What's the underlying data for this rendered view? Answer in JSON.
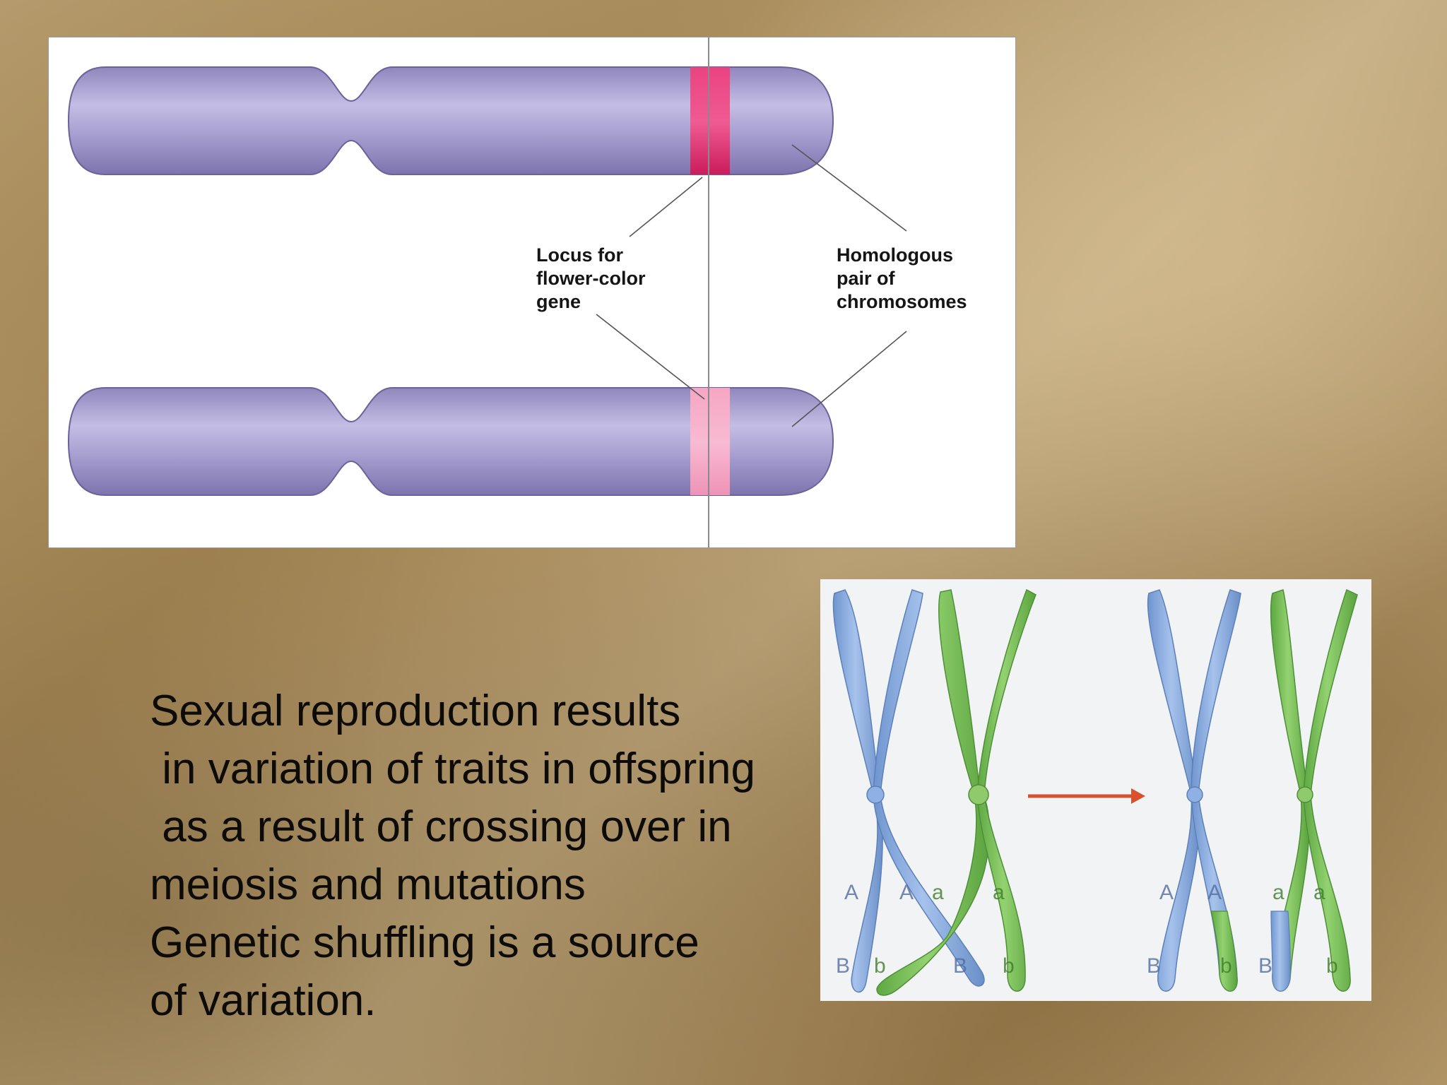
{
  "diagram_top": {
    "labels": {
      "locus": [
        "Locus for",
        "flower-color",
        "gene"
      ],
      "homologous": [
        "Homologous",
        "pair of",
        "chromosomes"
      ]
    },
    "colors": {
      "chromosome": "#a49ccc",
      "locus_dark": "#d3185e",
      "locus_light": "#f29ab8"
    }
  },
  "diagram_bottom": {
    "before": [
      {
        "color": "blue",
        "alleles": [
          "A",
          "B"
        ]
      },
      {
        "color": "blue",
        "alleles": [
          "A",
          "B"
        ]
      },
      {
        "color": "green",
        "alleles": [
          "a",
          "b"
        ]
      },
      {
        "color": "green",
        "alleles": [
          "a",
          "b"
        ]
      }
    ],
    "after": [
      {
        "color": "blue",
        "alleles": [
          "A",
          "B"
        ]
      },
      {
        "color": "blue-green",
        "alleles": [
          "A",
          "b"
        ]
      },
      {
        "color": "green-blue",
        "alleles": [
          "a",
          "B"
        ]
      },
      {
        "color": "green",
        "alleles": [
          "a",
          "b"
        ]
      }
    ],
    "letters": {
      "A": "A",
      "a": "a",
      "B": "B",
      "b": "b"
    },
    "colors": {
      "blue": "#8aaee0",
      "green": "#78bf5a",
      "arrow": "#d9502f"
    }
  },
  "body_text": {
    "lines": [
      "Sexual reproduction results",
      " in variation of traits in offspring",
      " as a result of crossing over in",
      "meiosis and mutations",
      "Genetic shuffling is a source",
      "of variation."
    ]
  }
}
